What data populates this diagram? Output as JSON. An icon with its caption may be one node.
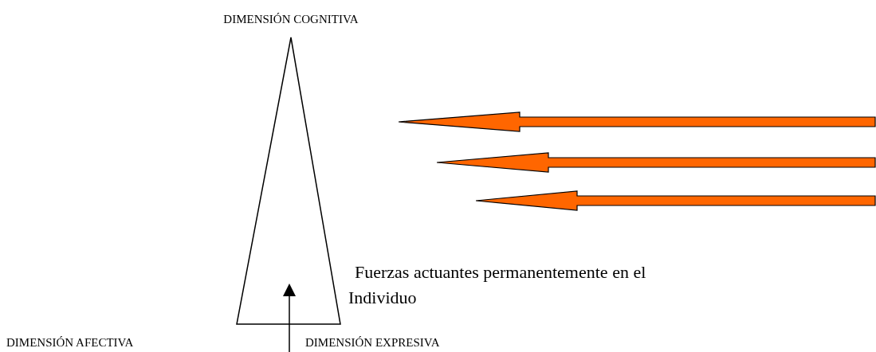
{
  "diagram": {
    "labels": [
      "DIMENSIÓN COGNITIVA",
      "Fuerzas actuantes permanentemente en el Individuo",
      "DIMENSIÓN AFECTIVA",
      "DIMENSIÓN EXPRESIVA"
    ]
  }
}
